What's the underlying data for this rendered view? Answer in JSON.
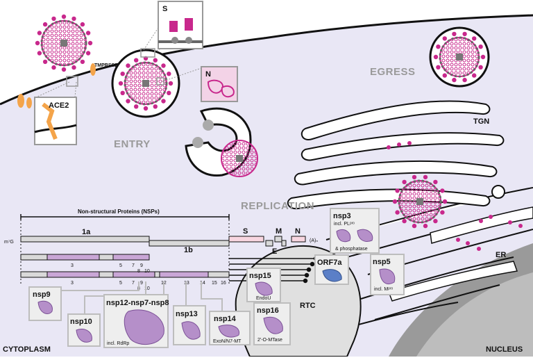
{
  "stages": {
    "entry": "ENTRY",
    "replication": "REPLICATION",
    "egress": "EGRESS"
  },
  "regions": {
    "cytoplasm": "CYTOPLASM",
    "nucleus": "NUCLEUS"
  },
  "organelles": {
    "tgn": "TGN",
    "er": "ER",
    "rtc": "RTC"
  },
  "entry_labels": {
    "ace2": "ACE2",
    "tmprss2": "TMPRSS2",
    "spike_inset": "S",
    "n_inset": "N"
  },
  "genome": {
    "nsp_header": "Non-structural Proteins (NSPs)",
    "cap": "m⁷G",
    "orf1a": "1a",
    "orf1b": "1b",
    "s": "S",
    "m": "M",
    "e": "E",
    "n": "N",
    "polya": "(A)ₙ",
    "row1_numbers": [
      "3",
      "5",
      "7",
      "9",
      "8",
      "10"
    ],
    "row2_numbers": [
      "3",
      "5",
      "7",
      "9",
      "8",
      "10",
      "12",
      "13",
      "14",
      "15",
      "16"
    ]
  },
  "proteins": {
    "nsp9": "nsp9",
    "nsp10": "nsp10",
    "nsp12": "nsp12-nsp7-nsp8",
    "nsp12_sub": "incl. RdRp",
    "nsp13": "nsp13",
    "nsp14": "nsp14",
    "nsp14_sub": "ExoN/N7-MT",
    "nsp15": "nsp15",
    "nsp15_sub": "EndoU",
    "nsp16": "nsp16",
    "nsp16_sub": "2'-O-MTase",
    "nsp3": "nsp3",
    "nsp3_sub1": "incl. PLᵖʳᵒ",
    "nsp3_sub2": "& phosphatase",
    "nsp5": "nsp5",
    "nsp5_sub": "incl. Mᵖʳᵒ",
    "orf7a": "ORF7a"
  },
  "colors": {
    "cell_interior": "#e9e7f5",
    "membrane": "#111111",
    "spike": "#c8288c",
    "spike_light": "#e58ac0",
    "protein": "#b58fc9",
    "protein_edge": "#7a4f95",
    "orf7a": "#5b7fc7",
    "er": "#ffffff",
    "nucleus": "#9a9a9a",
    "box": "#bdbdbd",
    "box_fill": "#eeeeee"
  }
}
